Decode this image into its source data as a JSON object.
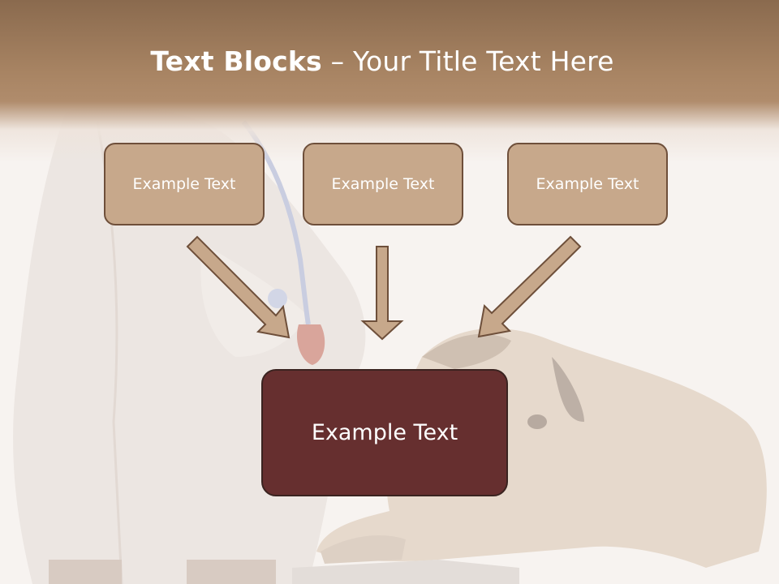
{
  "slide": {
    "title_bold": "Text Blocks",
    "title_dash": " – ",
    "title_rest": "Your Title Text Here",
    "boxes": [
      {
        "label": "Example Text"
      },
      {
        "label": "Example Text"
      },
      {
        "label": "Example Text"
      }
    ],
    "main_box": {
      "label": "Example Text"
    }
  },
  "colors": {
    "header": "#a88463",
    "box_fill": "#c7a88b",
    "box_border": "#6e4f3a",
    "main_fill": "#662f2f",
    "arrow_fill": "#c7a88b"
  }
}
